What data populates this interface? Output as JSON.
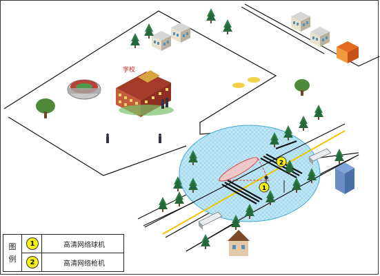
{
  "labels": {
    "school": "学校",
    "marker_1": "1",
    "marker_2": "2"
  },
  "legend": {
    "title_top": "图",
    "title_bottom": "例",
    "items": [
      {
        "number": "1",
        "label": "高清网络球机"
      },
      {
        "number": "2",
        "label": "高清网络枪机"
      }
    ]
  },
  "colors": {
    "coverage_fill": "#bfe6f5",
    "coverage_stroke": "#3aa7d6",
    "marker_fill": "#f7f21a",
    "road_center_line": "#f2c400",
    "school_label": "#cc2222",
    "tree": "#2e7d46"
  }
}
